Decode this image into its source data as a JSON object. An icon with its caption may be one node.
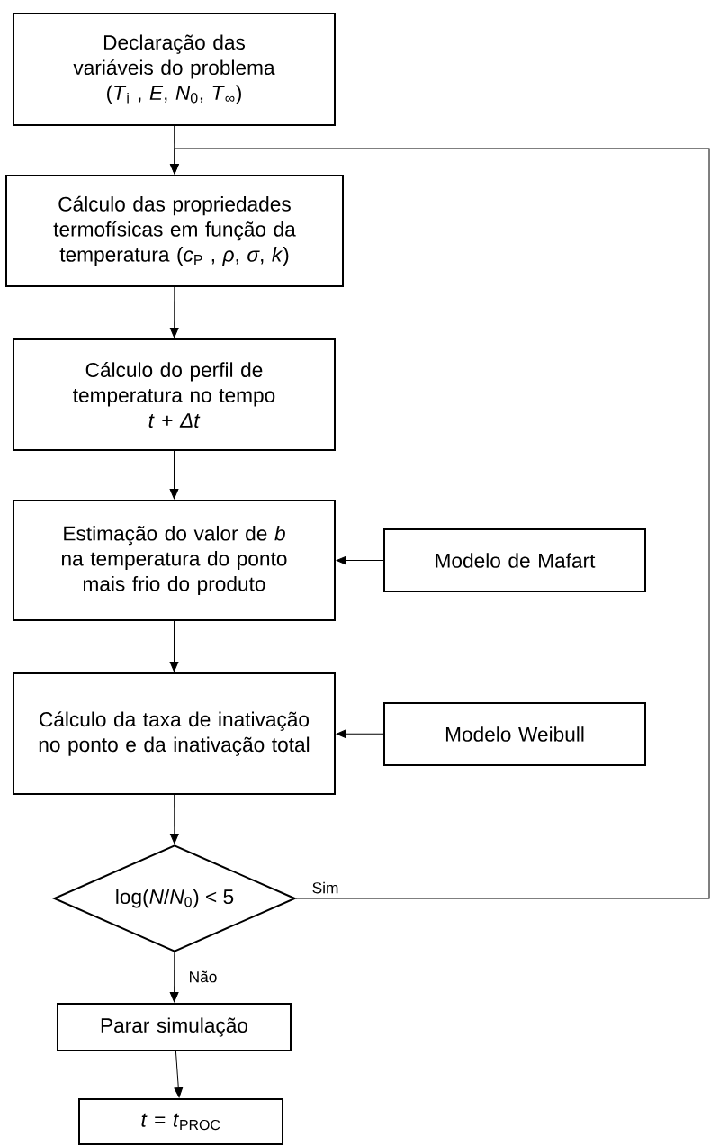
{
  "diagram": {
    "nodes": [
      {
        "text": [
          "Declaração das variáveis do problema",
          "(*T*$_{i}$ , *E*, *N*$_{0}$, *T*$_{∞}$)"
        ]
      },
      {
        "text": [
          "Cálculo das propriedades termofísicas em função da temperatura (*c*$_{P}$ , *ρ*, *σ*, *k*)"
        ]
      },
      {
        "text": [
          "Cálculo do perfil de temperatura no tempo",
          "*t* + *Δt*"
        ]
      },
      {
        "text": [
          "Estimação do valor de *b* na temperatura do ponto mais frio do produto"
        ]
      },
      {
        "text": [
          "Modelo de Mafart"
        ]
      },
      {
        "text": [
          "Cálculo da taxa de inativação no ponto e da inativação total"
        ]
      },
      {
        "text": [
          "Modelo Weibull"
        ]
      },
      {
        "text": [
          "log(*N*/*N*$_{0}$) < 5"
        ]
      },
      {
        "text": [
          "Parar simulação"
        ]
      },
      {
        "text": [
          "*t* = *t*$_{PROC}$"
        ]
      }
    ],
    "edges": [
      {
        "from": 0,
        "to": 1,
        "arrow": "to"
      },
      {
        "from": 1,
        "to": 2,
        "arrow": "to"
      },
      {
        "from": 2,
        "to": 3,
        "arrow": "to"
      },
      {
        "from": 4,
        "to": 3,
        "arrow": "to"
      },
      {
        "from": 3,
        "to": 5,
        "arrow": "to"
      },
      {
        "from": 6,
        "to": 5,
        "arrow": "to"
      },
      {
        "from": 5,
        "to": 7,
        "arrow": "to"
      },
      {
        "from": 7,
        "to": 1,
        "arrow": "to",
        "label": "Sim"
      },
      {
        "from": 7,
        "to": 8,
        "arrow": "to",
        "label": "Não"
      },
      {
        "from": 8,
        "to": 9,
        "arrow": "to"
      }
    ]
  }
}
